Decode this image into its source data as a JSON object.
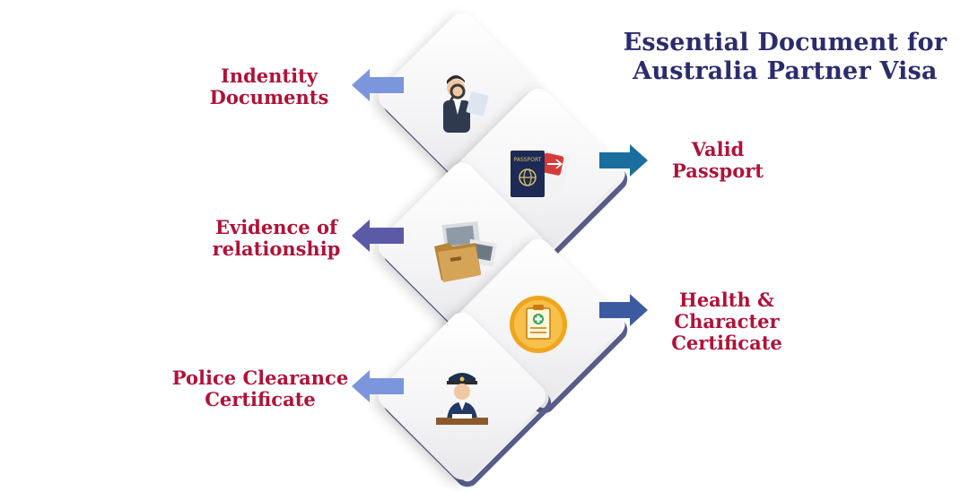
{
  "title": {
    "line1": "Essential Document for",
    "line2": "Australia Partner Visa"
  },
  "items": [
    {
      "line1": "Indentity",
      "line2": "Documents",
      "icon": "detective-icon",
      "arrow_color": "#7b96dc",
      "direction": "left"
    },
    {
      "line1": "Valid",
      "line2": "Passport",
      "icon": "passport-icon",
      "arrow_color": "#1a6e9e",
      "direction": "right"
    },
    {
      "line1": "Evidence of",
      "line2": "relationship",
      "icon": "folder-photos-icon",
      "arrow_color": "#5b5aa6",
      "direction": "left"
    },
    {
      "line1": "Health &",
      "line2": "Character",
      "line3": "Certificate",
      "icon": "medical-certificate-icon",
      "arrow_color": "#3b5aa0",
      "direction": "right"
    },
    {
      "line1": "Police Clearance",
      "line2": "Certificate",
      "icon": "police-officer-icon",
      "arrow_color": "#7b96dc",
      "direction": "left"
    }
  ]
}
